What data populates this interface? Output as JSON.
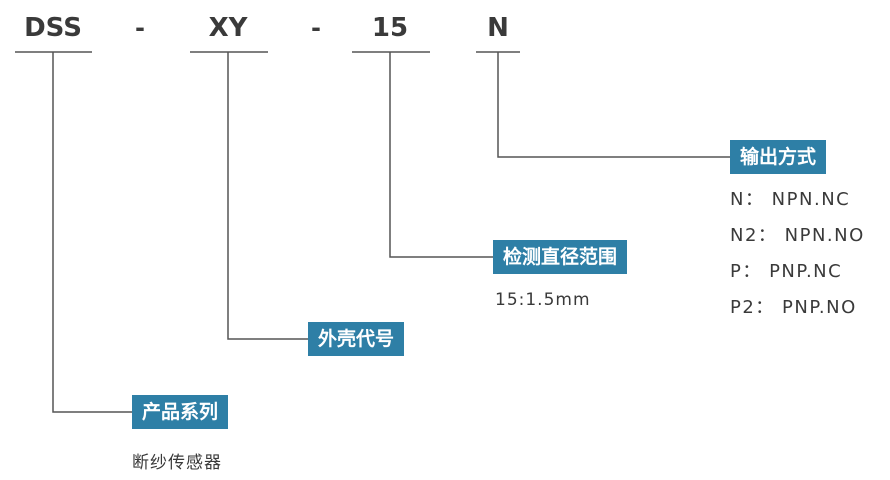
{
  "code": {
    "series": "DSS",
    "dash1": "-",
    "shell": "XY",
    "dash2": "-",
    "range": "15",
    "output": "N"
  },
  "labels": {
    "series": "产品系列",
    "series_desc": "断纱传感器",
    "shell": "外壳代号",
    "range": "检测直径范围",
    "range_desc": "15:1.5mm",
    "output": "输出方式"
  },
  "output_options": [
    "N： NPN.NC",
    "N2： NPN.NO",
    "P： PNP.NC",
    "P2： PNP.NO"
  ],
  "colors": {
    "label_bg": "#2e7fa6",
    "line": "#555555",
    "text": "#3a3a3a"
  }
}
